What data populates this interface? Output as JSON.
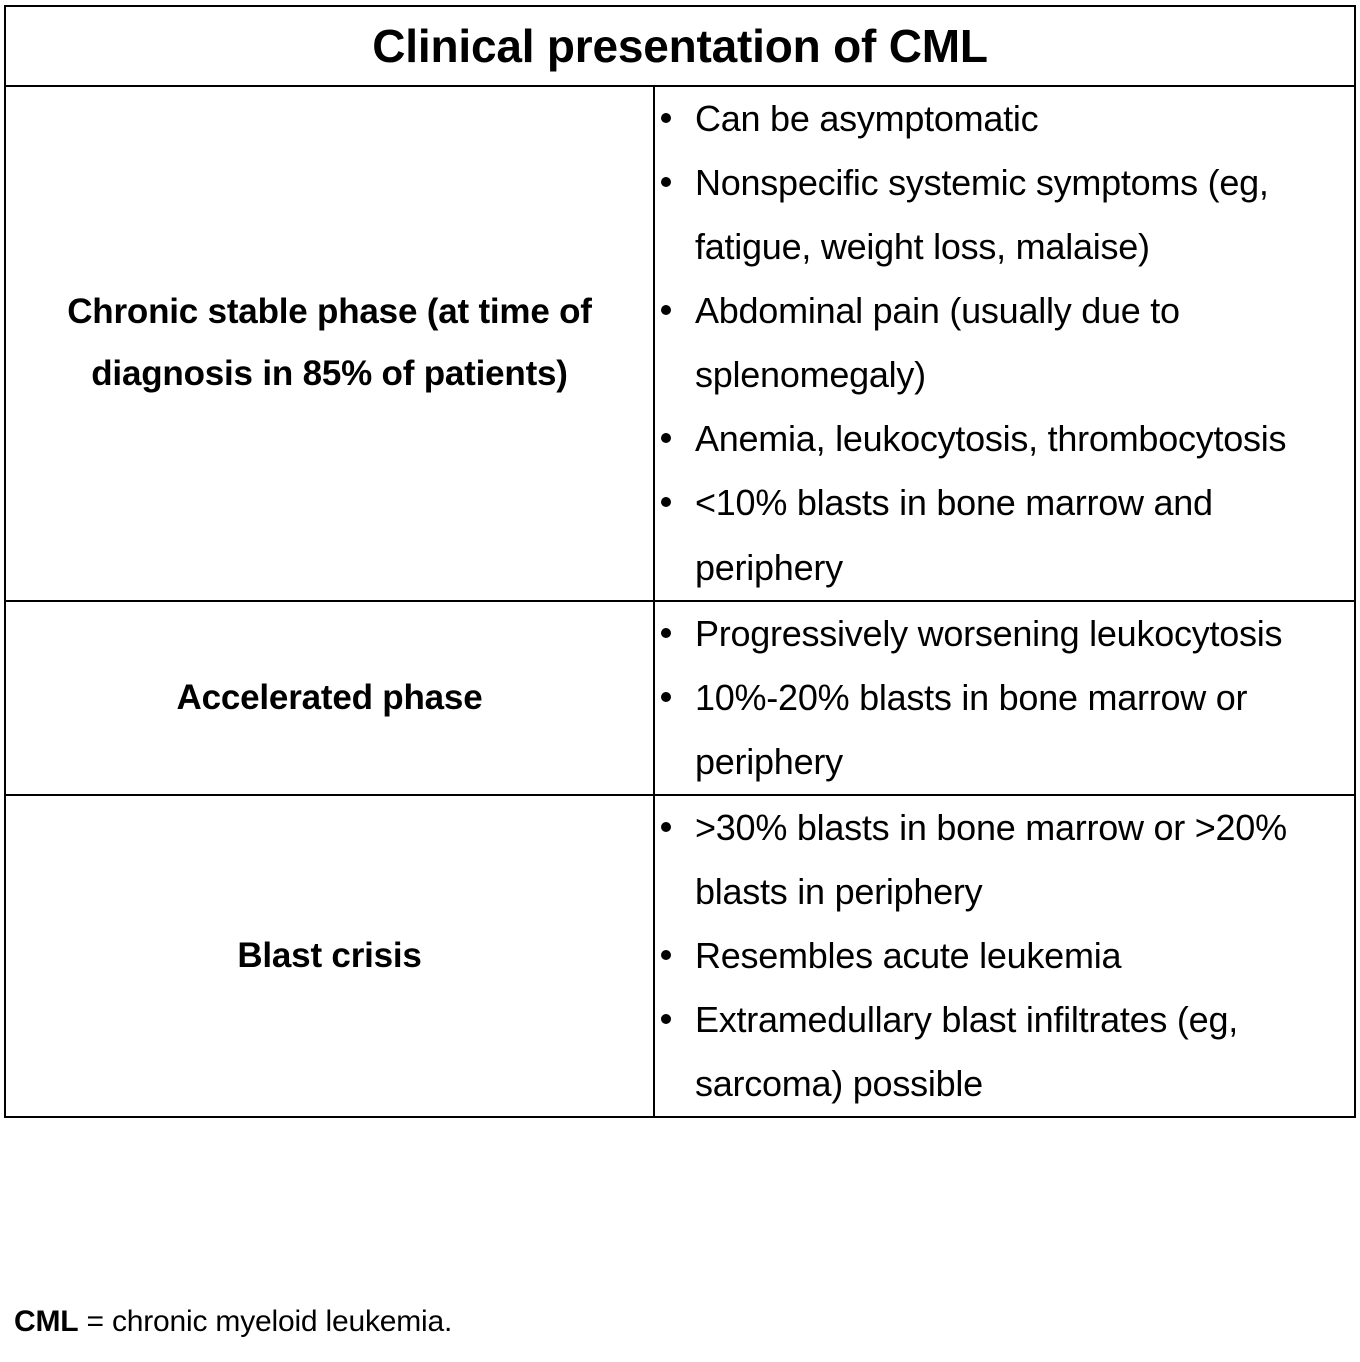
{
  "table": {
    "title": "Clinical presentation of CML",
    "rows": [
      {
        "phase": "Chronic stable phase (at time of diagnosis in 85% of patients)",
        "bullets": [
          "Can be asymptomatic",
          "Nonspecific systemic symptoms (eg, fatigue, weight loss, malaise)",
          "Abdominal pain (usually due to splenomegaly)",
          "Anemia, leukocytosis, thrombocytosis",
          "<10% blasts in bone marrow and periphery"
        ]
      },
      {
        "phase": "Accelerated phase",
        "bullets": [
          "Progressively worsening leukocytosis",
          "10%-20% blasts in bone marrow or periphery"
        ]
      },
      {
        "phase": "Blast crisis",
        "bullets": [
          ">30% blasts in bone marrow or >20% blasts in periphery",
          "Resembles acute leukemia",
          "Extramedullary blast infiltrates (eg, sarcoma) possible"
        ]
      }
    ]
  },
  "footnote": {
    "abbreviation": "CML",
    "definition": " = chronic myeloid leukemia."
  },
  "colors": {
    "border": "#000000",
    "text": "#000000",
    "background": "#ffffff"
  }
}
